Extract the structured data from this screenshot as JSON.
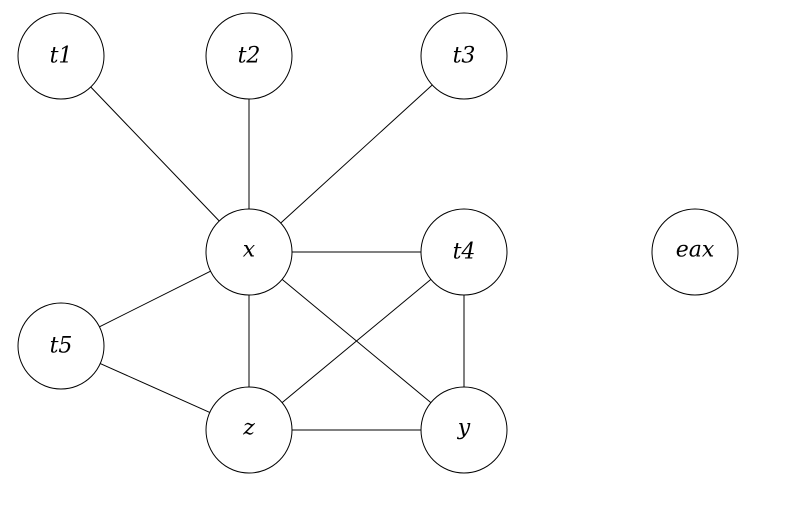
{
  "graph": {
    "nodes": [
      {
        "id": "t1",
        "label": "t1"
      },
      {
        "id": "t2",
        "label": "t2"
      },
      {
        "id": "t3",
        "label": "t3"
      },
      {
        "id": "x",
        "label": "x"
      },
      {
        "id": "t4",
        "label": "t4"
      },
      {
        "id": "eax",
        "label": "eax"
      },
      {
        "id": "t5",
        "label": "t5"
      },
      {
        "id": "z",
        "label": "z"
      },
      {
        "id": "y",
        "label": "y"
      }
    ],
    "edges": [
      {
        "from": "t1",
        "to": "x"
      },
      {
        "from": "t2",
        "to": "x"
      },
      {
        "from": "t3",
        "to": "x"
      },
      {
        "from": "x",
        "to": "t4"
      },
      {
        "from": "x",
        "to": "t5"
      },
      {
        "from": "x",
        "to": "z"
      },
      {
        "from": "x",
        "to": "y"
      },
      {
        "from": "t4",
        "to": "z"
      },
      {
        "from": "t4",
        "to": "y"
      },
      {
        "from": "t5",
        "to": "z"
      },
      {
        "from": "z",
        "to": "y"
      }
    ]
  }
}
